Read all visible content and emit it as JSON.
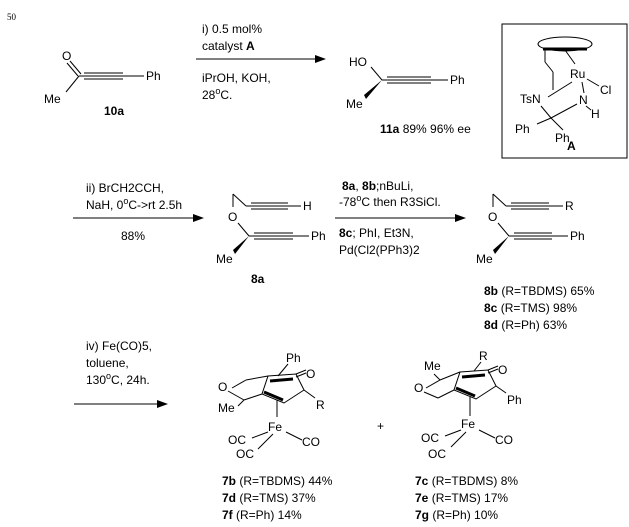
{
  "page_number": "50",
  "step1": {
    "line1": "i) 0.5 mol%",
    "line2_text": "catalyst ",
    "line2_bold": "A",
    "line3": "iPrOH, KOH,",
    "line4_value": "28",
    "line4_sup": "o",
    "line4_unit": "C.",
    "reactant_label": "10a",
    "product_label_bold": "11a",
    "product_yield": " 89% 96% ee"
  },
  "catalyst": {
    "label": "A",
    "atoms": [
      "Ru",
      "Cl",
      "TsN",
      "N",
      "H",
      "Ph",
      "Ph"
    ]
  },
  "step2": {
    "line1": "ii) BrCH2CCH,",
    "line2": "NaH, 0",
    "line2_sup": "o",
    "line2_tail": "C->rt 2.5h",
    "yield": "88%",
    "product_label": "8a"
  },
  "step3": {
    "line1_bold_a": "8a",
    "line1_sep": ", ",
    "line1_bold_b": "8b",
    "line1_tail": ";nBuLi,",
    "line2": "-78",
    "line2_sup": "o",
    "line2_tail": "C then R3SiCl.",
    "line3_bold": "8c",
    "line3_tail": "; PhI, Et3N,",
    "line4": "Pd(Cl2(PPh3)2"
  },
  "products8": [
    {
      "label": "8b",
      "text": " (R=TBDMS) 65%"
    },
    {
      "label": "8c",
      "text": " (R=TMS) 98%"
    },
    {
      "label": "8d",
      "text": " (R=Ph) 63%"
    }
  ],
  "step4": {
    "line1": "iv) Fe(CO)5,",
    "line2": "toluene,",
    "line3": "130",
    "line3_sup": "o",
    "line3_tail": "C, 24h."
  },
  "plus": "+",
  "products_left": [
    {
      "label": "7b",
      "text": " (R=TBDMS) 44%"
    },
    {
      "label": "7d",
      "text": " (R=TMS) 37%"
    },
    {
      "label": "7f",
      "text": " (R=Ph) 14%"
    }
  ],
  "products_right": [
    {
      "label": "7c",
      "text": " (R=TBDMS) 8%"
    },
    {
      "label": "7e",
      "text": " (R=TMS) 17%"
    },
    {
      "label": "7g",
      "text": " (R=Ph) 10%"
    }
  ],
  "atom_labels": {
    "O": "O",
    "Me": "Me",
    "Ph": "Ph",
    "HO": "HO",
    "H": "H",
    "R": "R",
    "Fe": "Fe",
    "OC": "OC",
    "CO": "CO"
  }
}
